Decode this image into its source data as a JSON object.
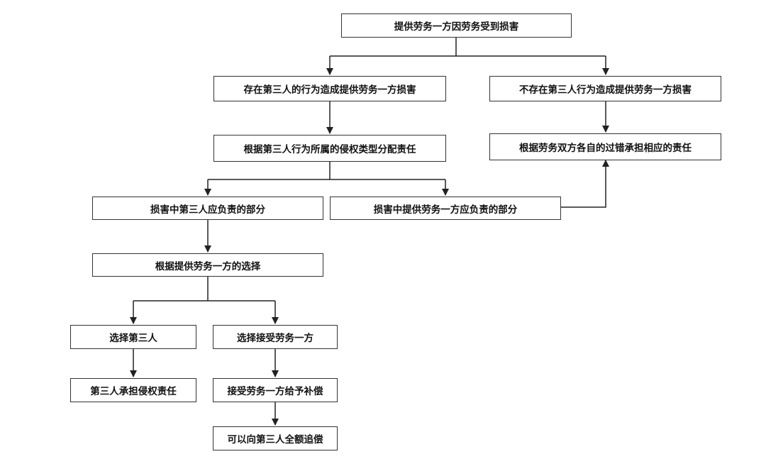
{
  "flowchart": {
    "root": "提供劳务一方因劳务受到损害",
    "third_party_exists": "存在第三人的行为造成提供劳务一方损害",
    "no_third_party": "不存在第三人行为造成提供劳务一方损害",
    "allocate_by_tort_type": "根据第三人行为所属的侵权类型分配责任",
    "fault_based": "根据劳务双方各自的过错承担相应的责任",
    "third_party_share": "损害中第三人应负责的部分",
    "provider_share": "损害中提供劳务一方应负责的部分",
    "provider_choice": "根据提供劳务一方的选择",
    "choose_third_party": "选择第三人",
    "choose_recipient": "选择接受劳务一方",
    "third_party_tort_liability": "第三人承担侵权责任",
    "recipient_compensates": "接受劳务一方给予补偿",
    "full_recourse": "可以向第三人全额追偿"
  },
  "colors": {
    "line": "#222222",
    "border": "#333333"
  }
}
